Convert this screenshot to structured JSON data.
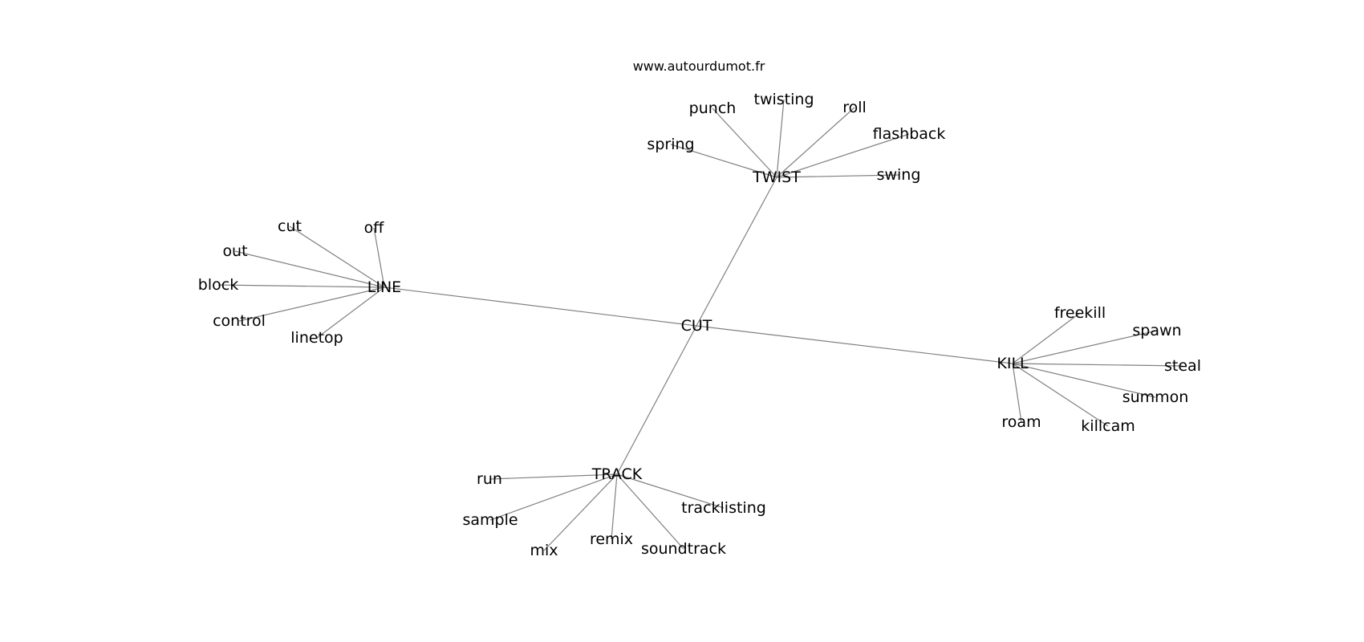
{
  "watermark": "www.autourdumot.fr",
  "graph": {
    "center": "CUT",
    "hubs": [
      {
        "label": "TWIST",
        "leaves": [
          "punch",
          "twisting",
          "roll",
          "flashback",
          "spring",
          "swing"
        ]
      },
      {
        "label": "LINE",
        "leaves": [
          "cut",
          "off",
          "out",
          "block",
          "control",
          "linetop"
        ]
      },
      {
        "label": "KILL",
        "leaves": [
          "freekill",
          "spawn",
          "steal",
          "summon",
          "killcam",
          "roam"
        ]
      },
      {
        "label": "TRACK",
        "leaves": [
          "run",
          "sample",
          "mix",
          "remix",
          "soundtrack",
          "tracklisting"
        ]
      }
    ]
  }
}
